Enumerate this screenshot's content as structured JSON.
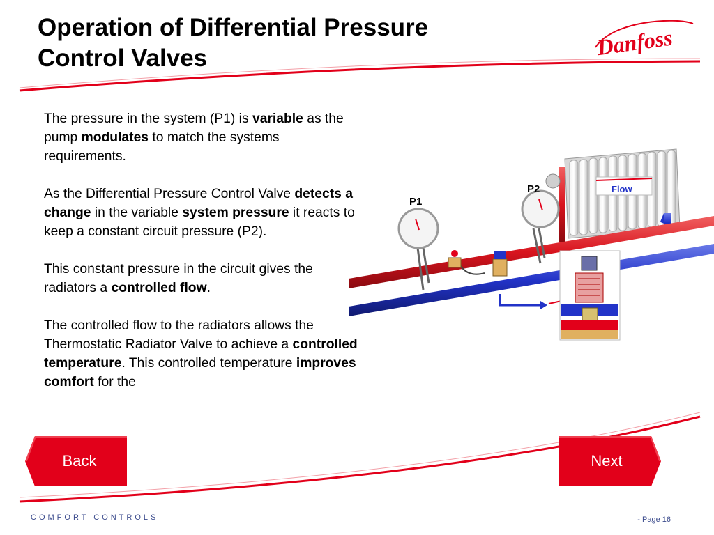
{
  "slide": {
    "title_line1": "Operation of Differential Pressure",
    "title_line2": "Control Valves",
    "logo_text": "Danfoss"
  },
  "content": {
    "p1": {
      "t1": "The pressure in the system (P1) is ",
      "b1": "variable",
      "t2": " as the pump ",
      "b2": "modulates",
      "t3": " to match the systems requirements."
    },
    "p2": {
      "t1": "As the Differential Pressure Control Valve ",
      "b1": "detects a change",
      "t2": " in the variable ",
      "b2": "system pressure",
      "t3": " it reacts to keep a constant circuit pressure (P2)."
    },
    "p3": {
      "t1": "This constant pressure in the circuit gives the radiators a ",
      "b1": "controlled flow",
      "t2": "."
    },
    "p4": {
      "t1": "The controlled flow to the radiators allows the",
      "t2": "Thermostatic Radiator Valve  to achieve a ",
      "b1": "controlled temperature",
      "t3": ".  This controlled temperature ",
      "b2": "improves comfort",
      "t4": " for the"
    }
  },
  "diagram": {
    "gauge_p1_label": "P1",
    "gauge_p2_label": "P2",
    "radiator_label": "Flow"
  },
  "nav": {
    "back_label": "Back",
    "next_label": "Next"
  },
  "footer": {
    "brand_line": "COMFORT  CONTROLS",
    "page_label": "- Page 16"
  },
  "colors": {
    "brand_red": "#e2001a",
    "pipe_red": "#d8141e",
    "pipe_blue": "#2233c8",
    "footer_blue": "#3a4a8c"
  }
}
